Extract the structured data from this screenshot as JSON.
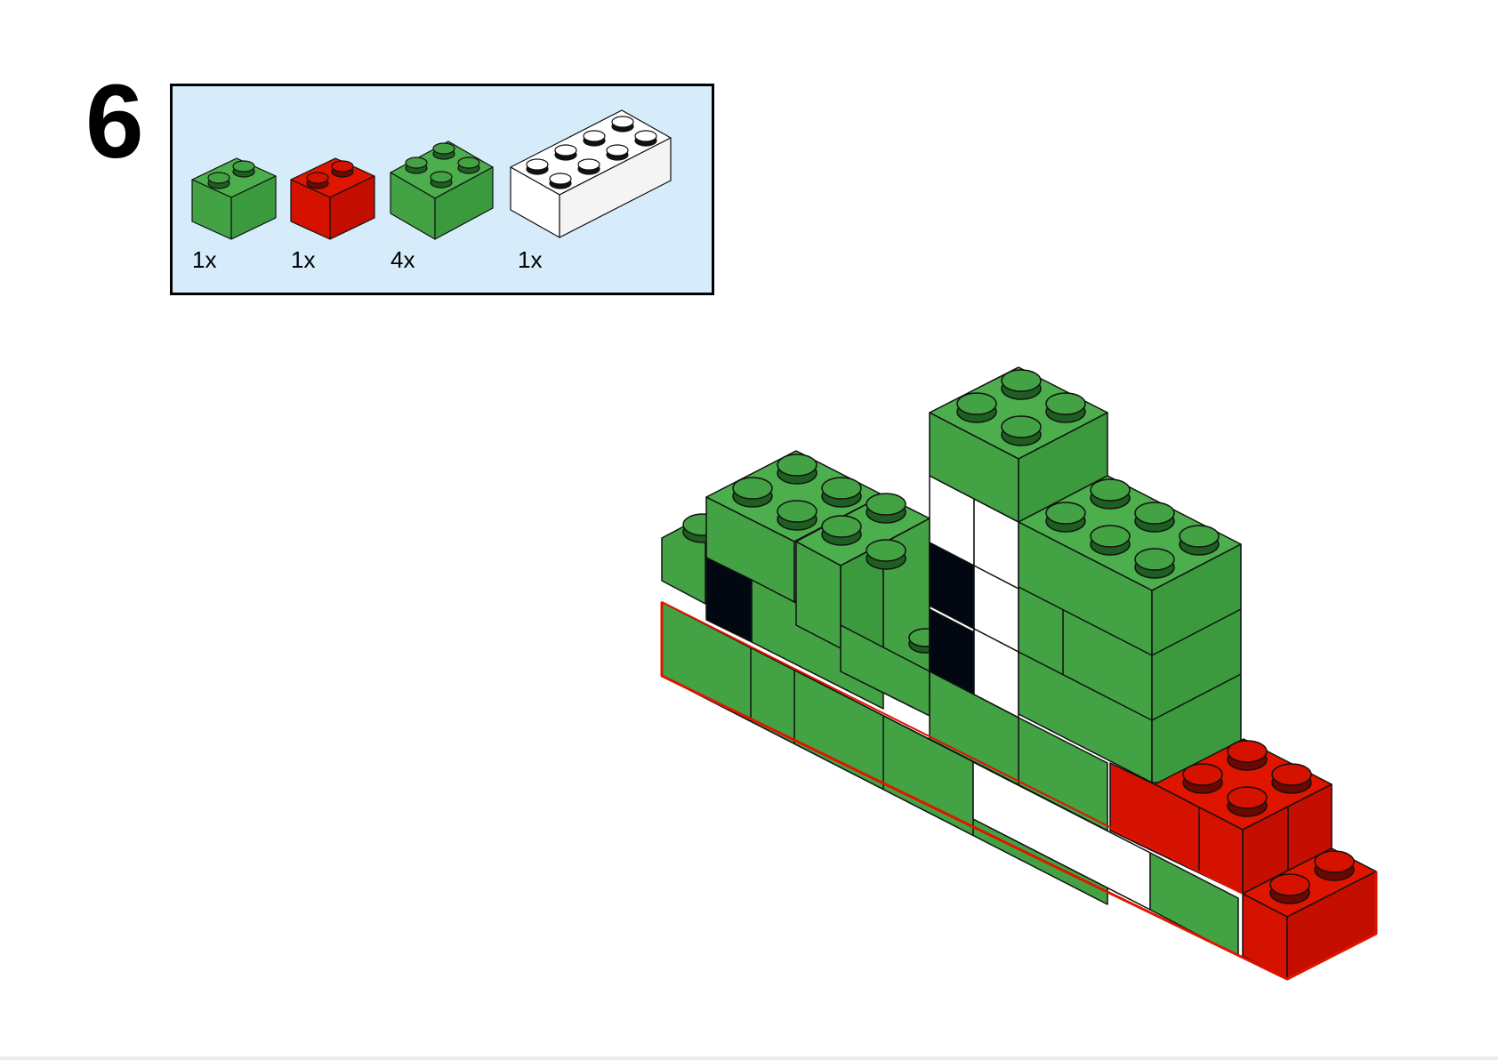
{
  "step": {
    "number": "6"
  },
  "parts_list": {
    "items": [
      {
        "name": "green-brick-1x2",
        "quantity": "1x",
        "color": "#43a244"
      },
      {
        "name": "red-brick-1x2",
        "quantity": "1x",
        "color": "#d51100"
      },
      {
        "name": "green-brick-2x2",
        "quantity": "4x",
        "color": "#43a244"
      },
      {
        "name": "white-brick-2x4",
        "quantity": "1x",
        "color": "#ffffff"
      }
    ]
  },
  "colors": {
    "green": "#43a244",
    "red": "#d51100",
    "white": "#ffffff",
    "black": "#020812",
    "panel_background": "#d6ecfb"
  }
}
